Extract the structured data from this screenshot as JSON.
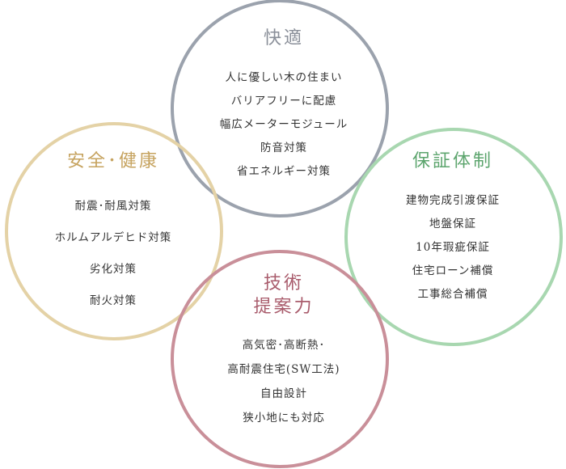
{
  "colors": {
    "comfort": "#9ba2ad",
    "safety": "#e4d2a6",
    "warranty": "#a8d7b0",
    "tech": "#c98f99"
  },
  "comfort": {
    "title": "快適",
    "items": [
      "人に優しい木の住まい",
      "バリアフリーに配慮",
      "幅広メーターモジュール",
      "防音対策",
      "省エネルギー対策"
    ]
  },
  "safety": {
    "title": "安全･健康",
    "items": [
      "耐震･耐風対策",
      "ホルムアルデヒド対策",
      "劣化対策",
      "耐火対策"
    ]
  },
  "warranty": {
    "title": "保証体制",
    "items": [
      "建物完成引渡保証",
      "地盤保証",
      "10年瑕疵保証",
      "住宅ローン補償",
      "工事総合補償"
    ]
  },
  "tech": {
    "title_line1": "技術",
    "title_line2": "提案力",
    "items": [
      "高気密･高断熱･",
      "高耐震住宅(SW工法)",
      "自由設計",
      "狭小地にも対応"
    ]
  }
}
